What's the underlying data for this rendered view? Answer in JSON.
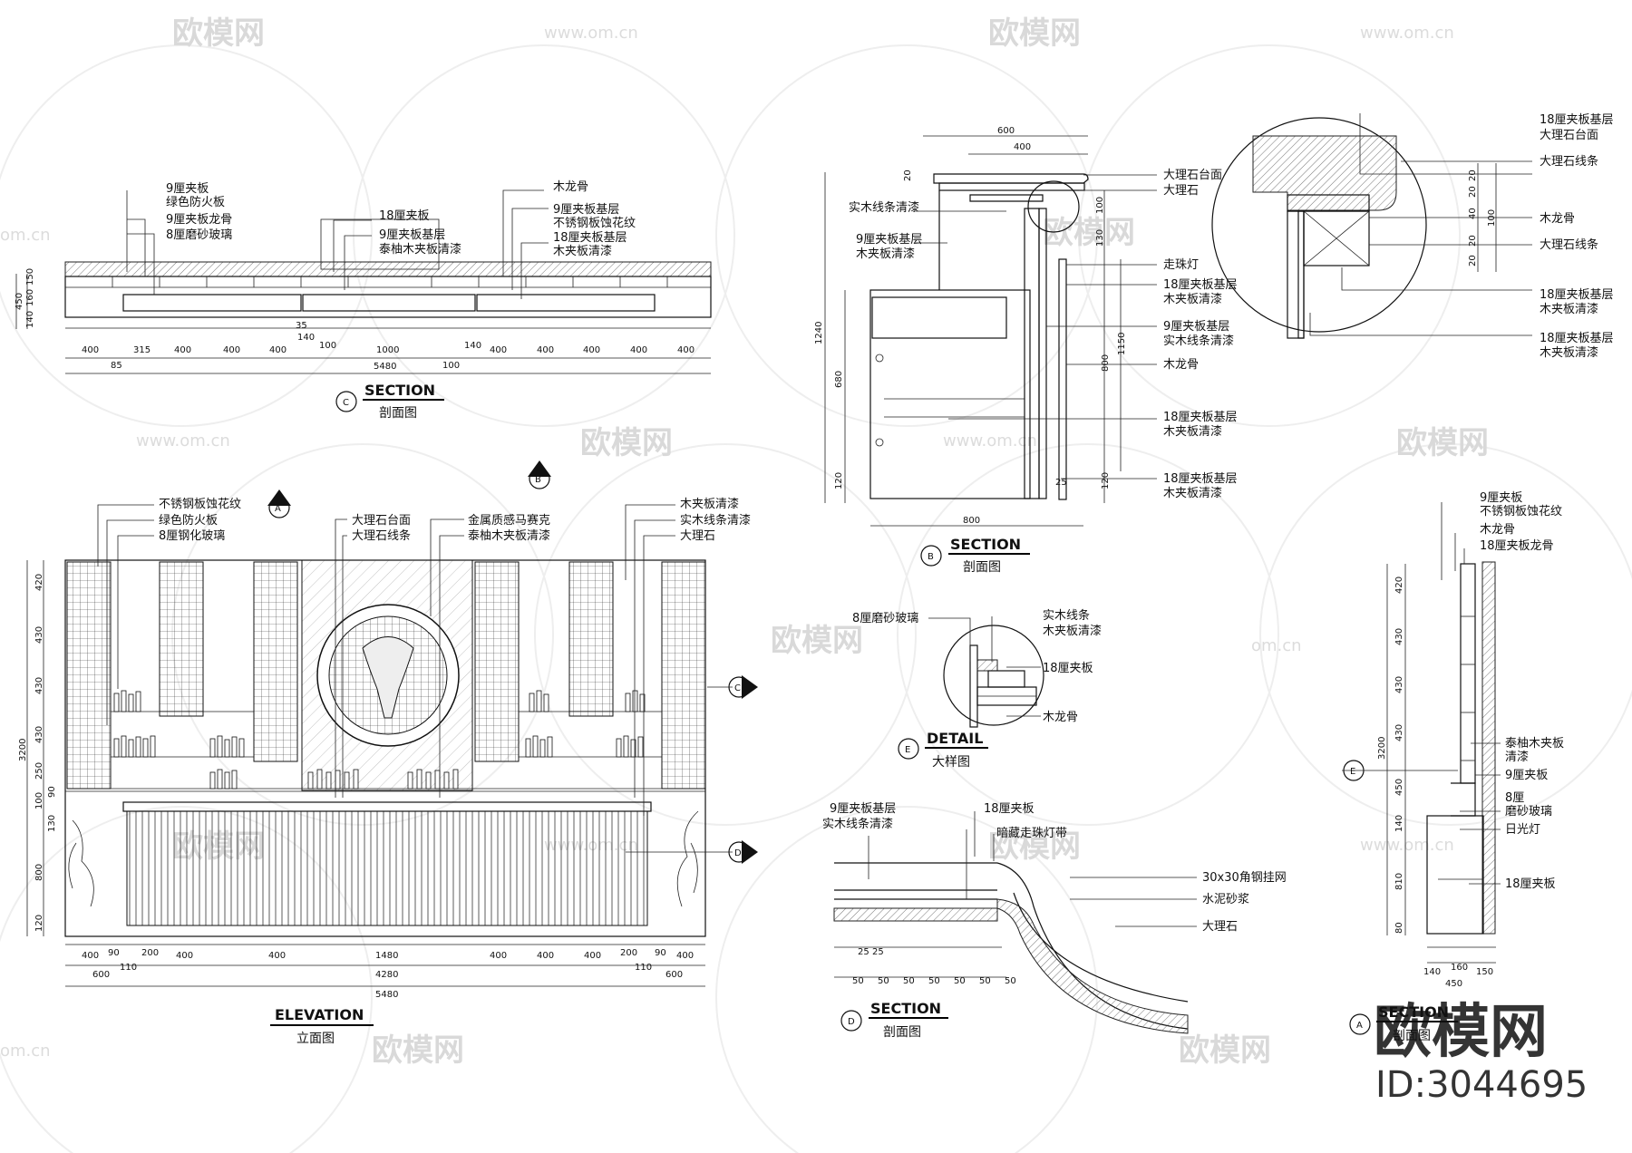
{
  "watermark": {
    "brand": "欧模网",
    "url": "www.om.cn",
    "url_short": "om.cn",
    "id_text": "ID:3044695"
  },
  "section_c": {
    "marker": "C",
    "title": "SECTION",
    "subtitle": "剖面图",
    "labels": [
      "9厘夹板",
      "绿色防火板",
      "9厘夹板龙骨",
      "8厘磨砂玻璃",
      "18厘夹板",
      "9厘夹板基层",
      "泰柚木夹板清漆",
      "木龙骨",
      "9厘夹板基层",
      "不锈钢板蚀花纹",
      "18厘夹板基层",
      "木夹板清漆"
    ],
    "dims_bottom": [
      "400",
      "315",
      "400",
      "400",
      "400",
      "1000",
      "400",
      "400",
      "400",
      "400",
      "400"
    ],
    "dims_misc": [
      "85",
      "140",
      "100",
      "100",
      "140",
      "35",
      "5480"
    ],
    "dims_left": [
      "150",
      "160",
      "140",
      "450"
    ]
  },
  "elevation": {
    "title": "ELEVATION",
    "subtitle": "立面图",
    "markers": [
      "A",
      "B",
      "C",
      "D"
    ],
    "labels_left": [
      "不锈钢板蚀花纹",
      "绿色防火板",
      "8厘钢化玻璃"
    ],
    "labels_mid": [
      "大理石台面",
      "大理石线条"
    ],
    "labels_mid2": [
      "金属质感马赛克",
      "泰柚木夹板清漆"
    ],
    "labels_right": [
      "木夹板清漆",
      "实木线条清漆",
      "大理石"
    ],
    "dims_left": [
      "420",
      "430",
      "430",
      "430",
      "250",
      "100",
      "90",
      "130",
      "800",
      "120",
      "3200"
    ],
    "dims_bottom": [
      "400",
      "90",
      "200",
      "400",
      "400",
      "1480",
      "400",
      "400",
      "400",
      "200",
      "90",
      "400"
    ],
    "dims_bottom2": [
      "600",
      "110",
      "4280",
      "110",
      "600"
    ],
    "dims_total": "5480"
  },
  "section_b": {
    "marker": "B",
    "title": "SECTION",
    "subtitle": "剖面图",
    "labels_left": [
      "实木线条清漆",
      "9厘夹板基层",
      "木夹板清漆"
    ],
    "labels_right": [
      "大理石台面",
      "大理石",
      "走珠灯",
      "18厘夹板基层",
      "木夹板清漆",
      "9厘夹板基层",
      "实木线条清漆",
      "木龙骨",
      "18厘夹板基层",
      "木夹板清漆",
      "18厘夹板基层",
      "木夹板清漆"
    ],
    "dims": [
      "600",
      "400",
      "20",
      "100",
      "130",
      "1240",
      "680",
      "120",
      "1150",
      "800",
      "120",
      "25",
      "800"
    ]
  },
  "detail_circle": {
    "labels": [
      "18厘夹板基层",
      "大理石台面",
      "大理石线条",
      "木龙骨",
      "大理石线条",
      "18厘夹板基层",
      "木夹板清漆",
      "18厘夹板基层",
      "木夹板清漆"
    ],
    "dims": [
      "20",
      "20",
      "40",
      "100",
      "20",
      "20"
    ]
  },
  "detail_e": {
    "marker": "E",
    "title": "DETAIL",
    "subtitle": "大样图",
    "labels": [
      "8厘磨砂玻璃",
      "实木线条",
      "木夹板清漆",
      "18厘夹板",
      "木龙骨"
    ]
  },
  "section_d": {
    "marker": "D",
    "title": "SECTION",
    "subtitle": "剖面图",
    "labels": [
      "9厘夹板基层",
      "实木线条清漆",
      "18厘夹板",
      "暗藏走珠灯带",
      "30x30角钢挂网",
      "水泥砂浆",
      "大理石"
    ],
    "dims": [
      "25",
      "25",
      "50",
      "50",
      "50",
      "50",
      "50",
      "50",
      "50"
    ]
  },
  "section_a": {
    "marker": "A",
    "title": "SECTION",
    "subtitle": "剖面图",
    "labels": [
      "9厘夹板",
      "不锈钢板蚀花纹",
      "木龙骨",
      "18厘夹板龙骨",
      "泰柚木夹板",
      "清漆",
      "9厘夹板",
      "8厘",
      "磨砂玻璃",
      "日光灯",
      "18厘夹板"
    ],
    "dims_left": [
      "420",
      "430",
      "430",
      "430",
      "3200",
      "450",
      "140",
      "810",
      "80"
    ],
    "dims_bottom": [
      "140",
      "160",
      "150",
      "450"
    ],
    "marker_e": "E"
  }
}
